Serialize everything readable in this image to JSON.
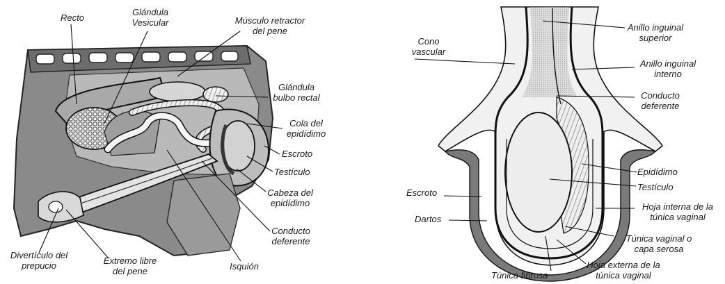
{
  "left_diagram": {
    "labels": {
      "recto": "Recto",
      "glandula_vesicular_1": "Glándula",
      "glandula_vesicular_2": "Vesicular",
      "musculo_retractor_1": "Músculo retractor",
      "musculo_retractor_2": "del pene",
      "glandula_bulbo_1": "Glándula",
      "glandula_bulbo_2": "bulbo rectal",
      "cola_epididimo_1": "Cola del",
      "cola_epididimo_2": "epidídimo",
      "escroto": "Escroto",
      "testiculo": "Testículo",
      "cabeza_epididimo_1": "Cabeza del",
      "cabeza_epididimo_2": "epidídimo",
      "conducto_deferente_1": "Conducto",
      "conducto_deferente_2": "deferente",
      "isquion": "Isquión",
      "extremo_libre_1": "Extremo libre",
      "extremo_libre_2": "del pene",
      "diverticulo_1": "Divertículo del",
      "diverticulo_2": "prepucio"
    }
  },
  "right_diagram": {
    "labels": {
      "cono_vascular_1": "Cono",
      "cono_vascular_2": "vascular",
      "anillo_superior_1": "Anillo inguinal",
      "anillo_superior_2": "superior",
      "anillo_interno_1": "Anillo inguinal",
      "anillo_interno_2": "interno",
      "conducto_deferente_1": "Conducto",
      "conducto_deferente_2": "deferente",
      "epididimo": "Epidídimo",
      "testiculo": "Testículo",
      "escroto": "Escroto",
      "dartos": "Dartos",
      "hoja_interna_1": "Hoja interna de la",
      "hoja_interna_2": "túnica vaginal",
      "tunica_vaginal_1": "Túnica vaginal o",
      "tunica_vaginal_2": "capa serosa",
      "hoja_externa_1": "Hoja externa de la",
      "hoja_externa_2": "túnica vaginal",
      "tunica_fibrosa": "Túnica fibrosa"
    }
  }
}
